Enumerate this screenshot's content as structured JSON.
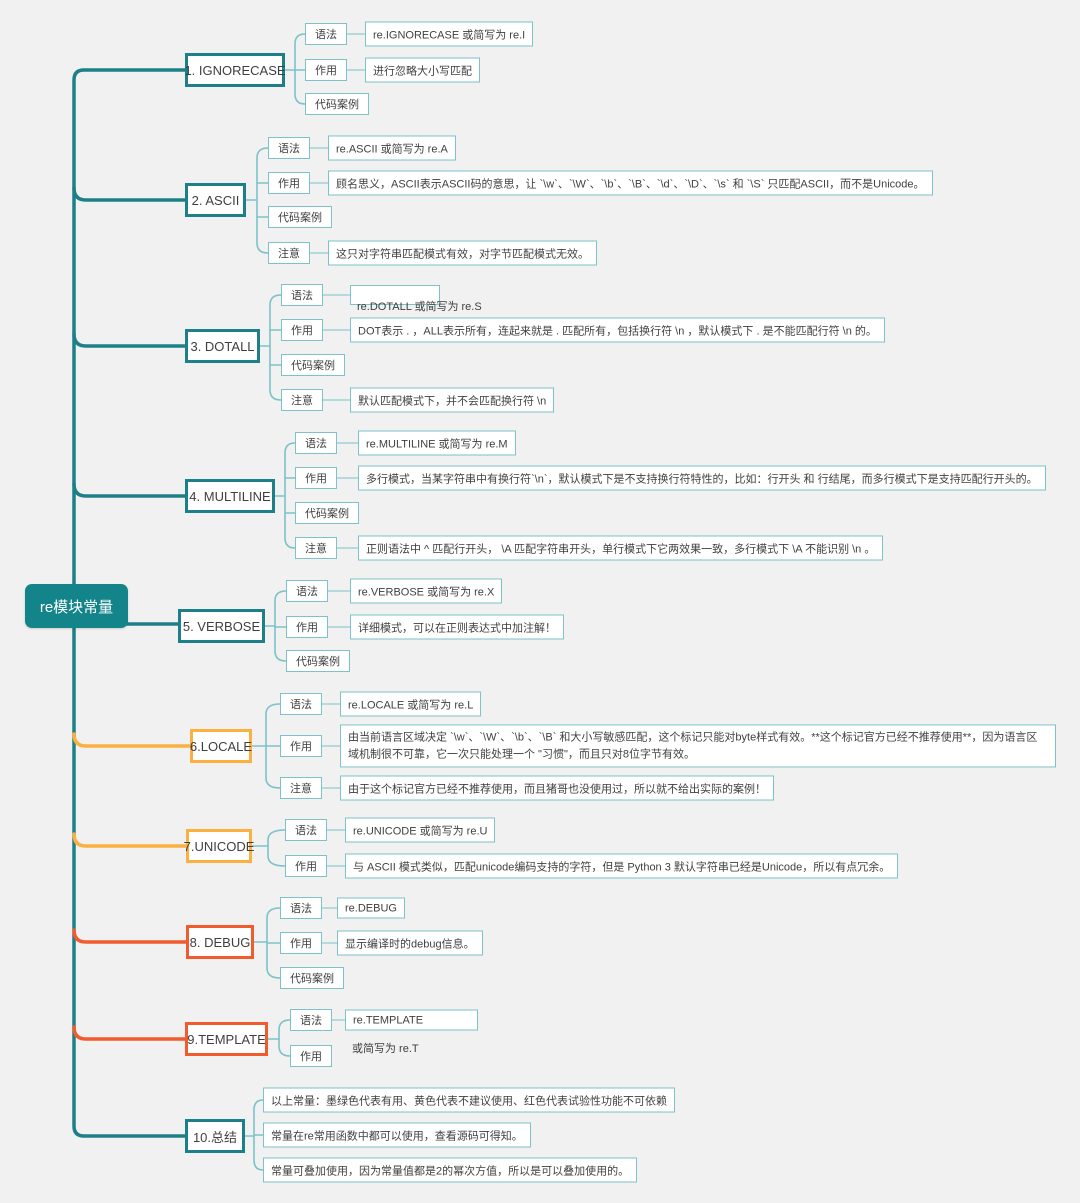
{
  "colors": {
    "teal": "#1d7f88",
    "light_teal": "#7cc2c8",
    "yellow": "#fbb040",
    "red": "#f15b2e",
    "root_fill": "#12848a",
    "background": "#f0f1f0"
  },
  "root": {
    "label": "re模块常量"
  },
  "branches": [
    {
      "label": "1. IGNORECASE",
      "color": "teal",
      "children": [
        {
          "label": "语法",
          "leaf": "re.IGNORECASE 或简写为 re.I"
        },
        {
          "label": "作用",
          "leaf": "进行忽略大小写匹配"
        },
        {
          "label": "代码案例"
        }
      ]
    },
    {
      "label": "2. ASCII",
      "color": "teal",
      "children": [
        {
          "label": "语法",
          "leaf": "re.ASCII 或简写为 re.A"
        },
        {
          "label": "作用",
          "leaf": "顾名思义，ASCII表示ASCII码的意思，让 `\\w`、`\\W`、`\\b`、`\\B`、`\\d`、`\\D`、`\\s` 和 `\\S` 只匹配ASCII，而不是Unicode。"
        },
        {
          "label": "代码案例"
        },
        {
          "label": "注意",
          "leaf": "这只对字符串匹配模式有效，对字节匹配模式无效。"
        }
      ]
    },
    {
      "label": "3. DOTALL",
      "color": "teal",
      "children": [
        {
          "label": "语法",
          "leaf": "re.DOTALL 或简写为 re.S"
        },
        {
          "label": "作用",
          "leaf": "DOT表示 . ，ALL表示所有，连起来就是 . 匹配所有，包括换行符 \\n ，默认模式下 . 是不能匹配行符 \\n 的。"
        },
        {
          "label": "代码案例"
        },
        {
          "label": "注意",
          "leaf": "默认匹配模式下，并不会匹配换行符 \\n"
        }
      ]
    },
    {
      "label": "4. MULTILINE",
      "color": "teal",
      "children": [
        {
          "label": "语法",
          "leaf": "re.MULTILINE 或简写为 re.M"
        },
        {
          "label": "作用",
          "leaf": "多行模式，当某字符串中有换行符`\\n`，默认模式下是不支持换行符特性的，比如：行开头 和 行结尾，而多行模式下是支持匹配行开头的。"
        },
        {
          "label": "代码案例"
        },
        {
          "label": "注意",
          "leaf": "正则语法中 ^ 匹配行开头， \\A 匹配字符串开头，单行模式下它两效果一致，多行模式下 \\A 不能识别 \\n 。"
        }
      ]
    },
    {
      "label": "5. VERBOSE",
      "color": "teal",
      "children": [
        {
          "label": "语法",
          "leaf": "re.VERBOSE 或简写为 re.X"
        },
        {
          "label": "作用",
          "leaf": "详细模式，可以在正则表达式中加注解！"
        },
        {
          "label": "代码案例"
        }
      ]
    },
    {
      "label": "6.LOCALE",
      "color": "yellow",
      "children": [
        {
          "label": "语法",
          "leaf": "re.LOCALE 或简写为 re.L"
        },
        {
          "label": "作用",
          "leaf": "由当前语言区域决定 `\\w`、`\\W`、`\\b`、`\\B` 和大小写敏感匹配，这个标记只能对byte样式有效。**这个标记官方已经不推荐使用**，因为语言区域机制很不可靠，它一次只能处理一个 \"习惯\"，而且只对8位字节有效。"
        },
        {
          "label": "注意",
          "leaf": "由于这个标记官方已经不推荐使用，而且猪哥也没使用过，所以就不给出实际的案例！"
        }
      ]
    },
    {
      "label": "7.UNICODE",
      "color": "yellow",
      "children": [
        {
          "label": "语法",
          "leaf": "re.UNICODE 或简写为 re.U"
        },
        {
          "label": "作用",
          "leaf": "与 ASCII 模式类似，匹配unicode编码支持的字符，但是 Python 3 默认字符串已经是Unicode，所以有点冗余。"
        }
      ]
    },
    {
      "label": "8. DEBUG",
      "color": "red",
      "children": [
        {
          "label": "语法",
          "leaf": "re.DEBUG"
        },
        {
          "label": "作用",
          "leaf": "显示编译时的debug信息。"
        },
        {
          "label": "代码案例"
        }
      ]
    },
    {
      "label": "9.TEMPLATE",
      "color": "red",
      "children": [
        {
          "label": "语法",
          "leaf": "re.TEMPLATE",
          "leaf2": "或简写为 re.T"
        },
        {
          "label": "作用"
        }
      ]
    },
    {
      "label": "10.总结",
      "color": "teal",
      "children": [
        {
          "leaf": "以上常量：墨绿色代表有用、黄色代表不建议使用、红色代表试验性功能不可依赖"
        },
        {
          "leaf": "常量在re常用函数中都可以使用，查看源码可得知。"
        },
        {
          "leaf": "常量可叠加使用，因为常量值都是2的幂次方值，所以是可以叠加使用的。"
        }
      ]
    }
  ]
}
